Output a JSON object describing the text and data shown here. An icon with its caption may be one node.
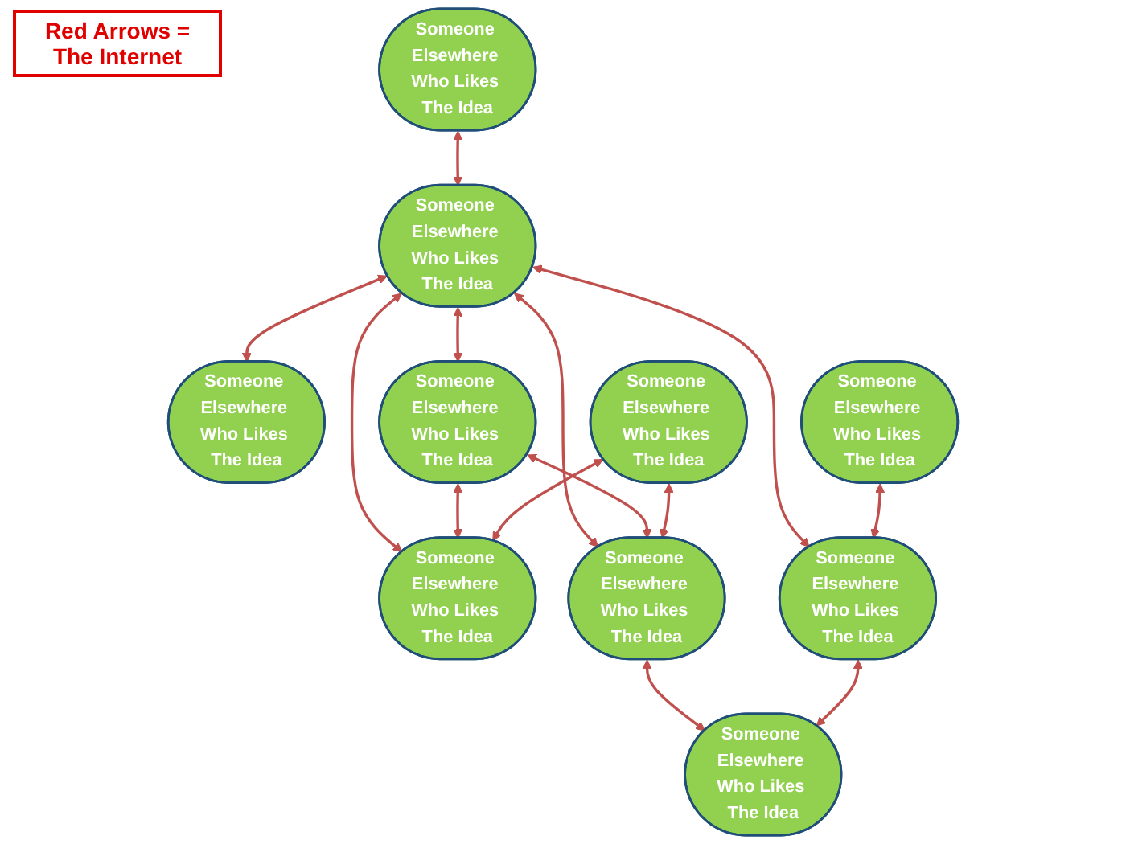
{
  "diagram": {
    "nodes": [
      {
        "text": [
          "Someone Elsewhere Who Likes The Idea"
        ]
      },
      {
        "text": [
          "Someone Elsewhere Who Likes The Idea"
        ]
      },
      {
        "text": [
          "Someone Elsewhere Who Likes The Idea"
        ]
      },
      {
        "text": [
          "Someone Elsewhere Who Likes The Idea"
        ]
      },
      {
        "text": [
          "Someone Elsewhere Who Likes The Idea"
        ]
      },
      {
        "text": [
          "Someone Elsewhere Who Likes The Idea"
        ]
      },
      {
        "text": [
          "Someone Elsewhere Who Likes The Idea"
        ]
      },
      {
        "text": [
          "Someone Elsewhere Who Likes The Idea"
        ]
      },
      {
        "text": [
          "Someone Elsewhere Who Likes The Idea"
        ]
      },
      {
        "text": [
          "Someone Elsewhere Who Likes The Idea"
        ]
      }
    ],
    "edges": [
      {
        "from": 0,
        "to": 1,
        "arrow": "both"
      },
      {
        "from": 1,
        "to": 2,
        "arrow": "both"
      },
      {
        "from": 1,
        "to": 3,
        "arrow": "both"
      },
      {
        "from": 1,
        "to": 4,
        "arrow": "both"
      },
      {
        "from": 1,
        "to": 6,
        "arrow": "both"
      },
      {
        "from": 1,
        "to": 8,
        "arrow": "both"
      },
      {
        "from": 3,
        "to": 4,
        "arrow": "both"
      },
      {
        "from": 3,
        "to": 8,
        "arrow": "both"
      },
      {
        "from": 5,
        "to": 6,
        "arrow": "both"
      },
      {
        "from": 7,
        "to": 4,
        "arrow": "both"
      },
      {
        "from": 7,
        "to": 8,
        "arrow": "both"
      },
      {
        "from": 8,
        "to": 9,
        "arrow": "both"
      },
      {
        "from": 6,
        "to": 9,
        "arrow": "both"
      }
    ],
    "labels": [
      "Red Arrows = The Internet"
    ]
  }
}
